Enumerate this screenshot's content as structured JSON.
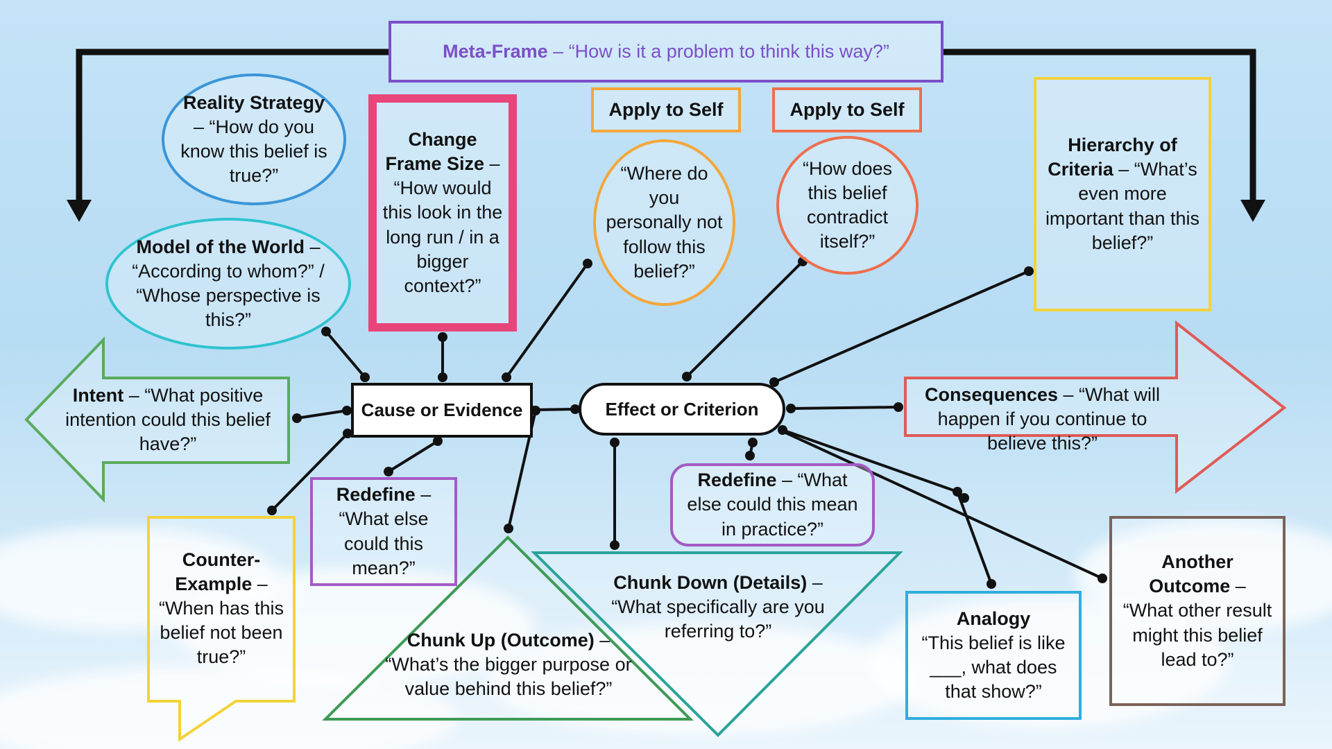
{
  "meta_frame": {
    "title": "Meta-Frame",
    "question": " – “How is it a problem to think this way?”"
  },
  "cause_node": "Cause or Evidence",
  "effect_node": "Effect or Criterion",
  "reality_strategy": {
    "title": "Reality Strategy",
    "question": " – “How do you know this belief is true?”"
  },
  "model_of_world": {
    "title": "Model of the World",
    "question": " – “According to whom?” / “Whose perspective is this?”"
  },
  "change_frame_size": {
    "title": "Change Frame Size",
    "question": " – “How would this look in the long run / in a bigger context?”"
  },
  "apply_self_1": {
    "label": "Apply to Self",
    "question": "“Where do you personally not follow this belief?”"
  },
  "apply_self_2": {
    "label": "Apply to Self",
    "question": "“How does this belief contradict itself?”"
  },
  "hierarchy": {
    "title": "Hierarchy of Criteria",
    "question": " – “What’s even more important than this belief?”"
  },
  "intent": {
    "title": "Intent",
    "question": " – “What positive intention could this belief have?”"
  },
  "consequences": {
    "title": "Consequences",
    "question": " – “What will happen if you continue to believe this?”"
  },
  "redefine_1": {
    "title": "Redefine",
    "question": " – “What else could this mean?”"
  },
  "redefine_2": {
    "title": "Redefine",
    "question": " – “What else could this mean in practice?”"
  },
  "counter_example": {
    "title": "Counter-Example",
    "question": " – “When has this belief not been true?”"
  },
  "chunk_up": {
    "title": "Chunk Up (Outcome)",
    "question": " – “What’s the bigger purpose or value behind this belief?”"
  },
  "chunk_down": {
    "title": "Chunk Down (Details)",
    "question": " – “What specifically are you referring to?”"
  },
  "analogy": {
    "title": "Analogy",
    "question": "“This belief is like ___, what does that show?”"
  },
  "another_outcome": {
    "title": "Another Outcome",
    "question": " – “What other result might this belief lead to?”"
  },
  "colors": {
    "purple": "#7b4fc9",
    "pink": "#e8457a",
    "blue": "#3b95d8",
    "teal": "#2fc3cf",
    "orange": "#f3a73b",
    "red_orange": "#ee6f4d",
    "yellow": "#f3d23b",
    "green": "#5aab5c",
    "red": "#e05a57",
    "violet": "#a35bc4",
    "teal_dark": "#2aa399",
    "green_dark": "#3f9a55",
    "sky": "#2eaede",
    "brown": "#7b6259"
  }
}
